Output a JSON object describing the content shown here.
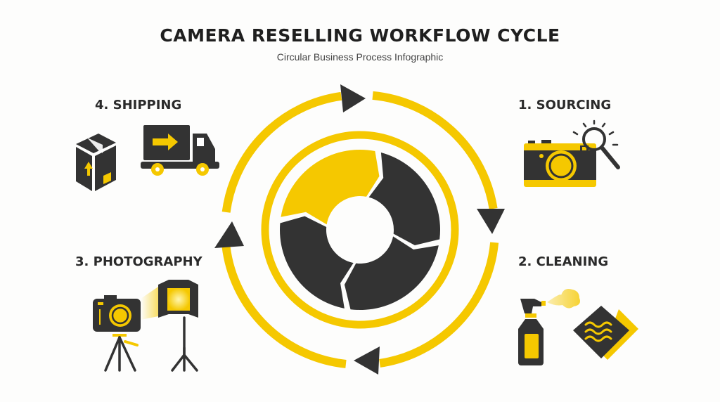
{
  "title": "CAMERA RESELLING WORKFLOW CYCLE",
  "subtitle": "Circular Business Process Infographic",
  "steps": [
    {
      "label": "1. SOURCING",
      "icon": "camera-search-icon"
    },
    {
      "label": "2. CLEANING",
      "icon": "spray-bottle-cloth-icon"
    },
    {
      "label": "3. PHOTOGRAPHY",
      "icon": "camera-tripod-light-icon"
    },
    {
      "label": "4. SHIPPING",
      "icon": "box-truck-icon"
    }
  ],
  "colors": {
    "accent": "#F5C800",
    "dark": "#333333",
    "background": "#FDFDFC"
  }
}
